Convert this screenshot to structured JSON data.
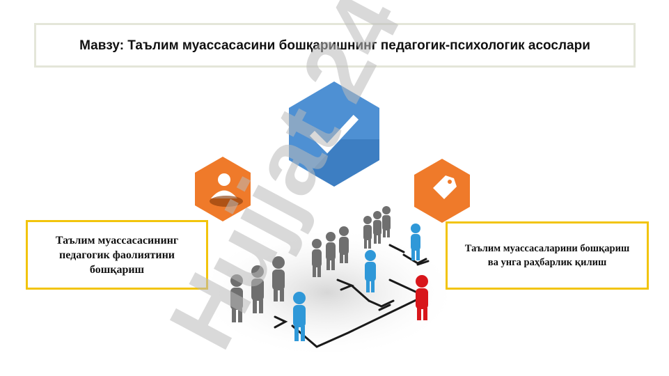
{
  "title": "Мавзу: Таълим муассасасини бошқаришнинг педагогик-психологик асослари",
  "left_box": {
    "text": "Таълим муассасасининг педагогик фаолиятини бошқариш"
  },
  "right_box": {
    "text": "Таълим муассасаларини бошқариш ва унга раҳбарлик қилиш"
  },
  "watermark": {
    "text": "Hujjat 24"
  },
  "icons": {
    "center": "checkmark-icon",
    "left": "user-icon",
    "right": "tag-icon"
  },
  "colors": {
    "hex_blue": "#4e90d3",
    "hex_orange": "#ef7a2a",
    "frame_yellow": "#f2c40c",
    "title_border": "#e4e6d9",
    "figure_blue": "#2f98d8",
    "figure_red": "#d8161b",
    "figure_gray": "#6f6f6f",
    "watermark_gray": "#b9b9b9",
    "watermark_purple": "#c9b7ee"
  }
}
